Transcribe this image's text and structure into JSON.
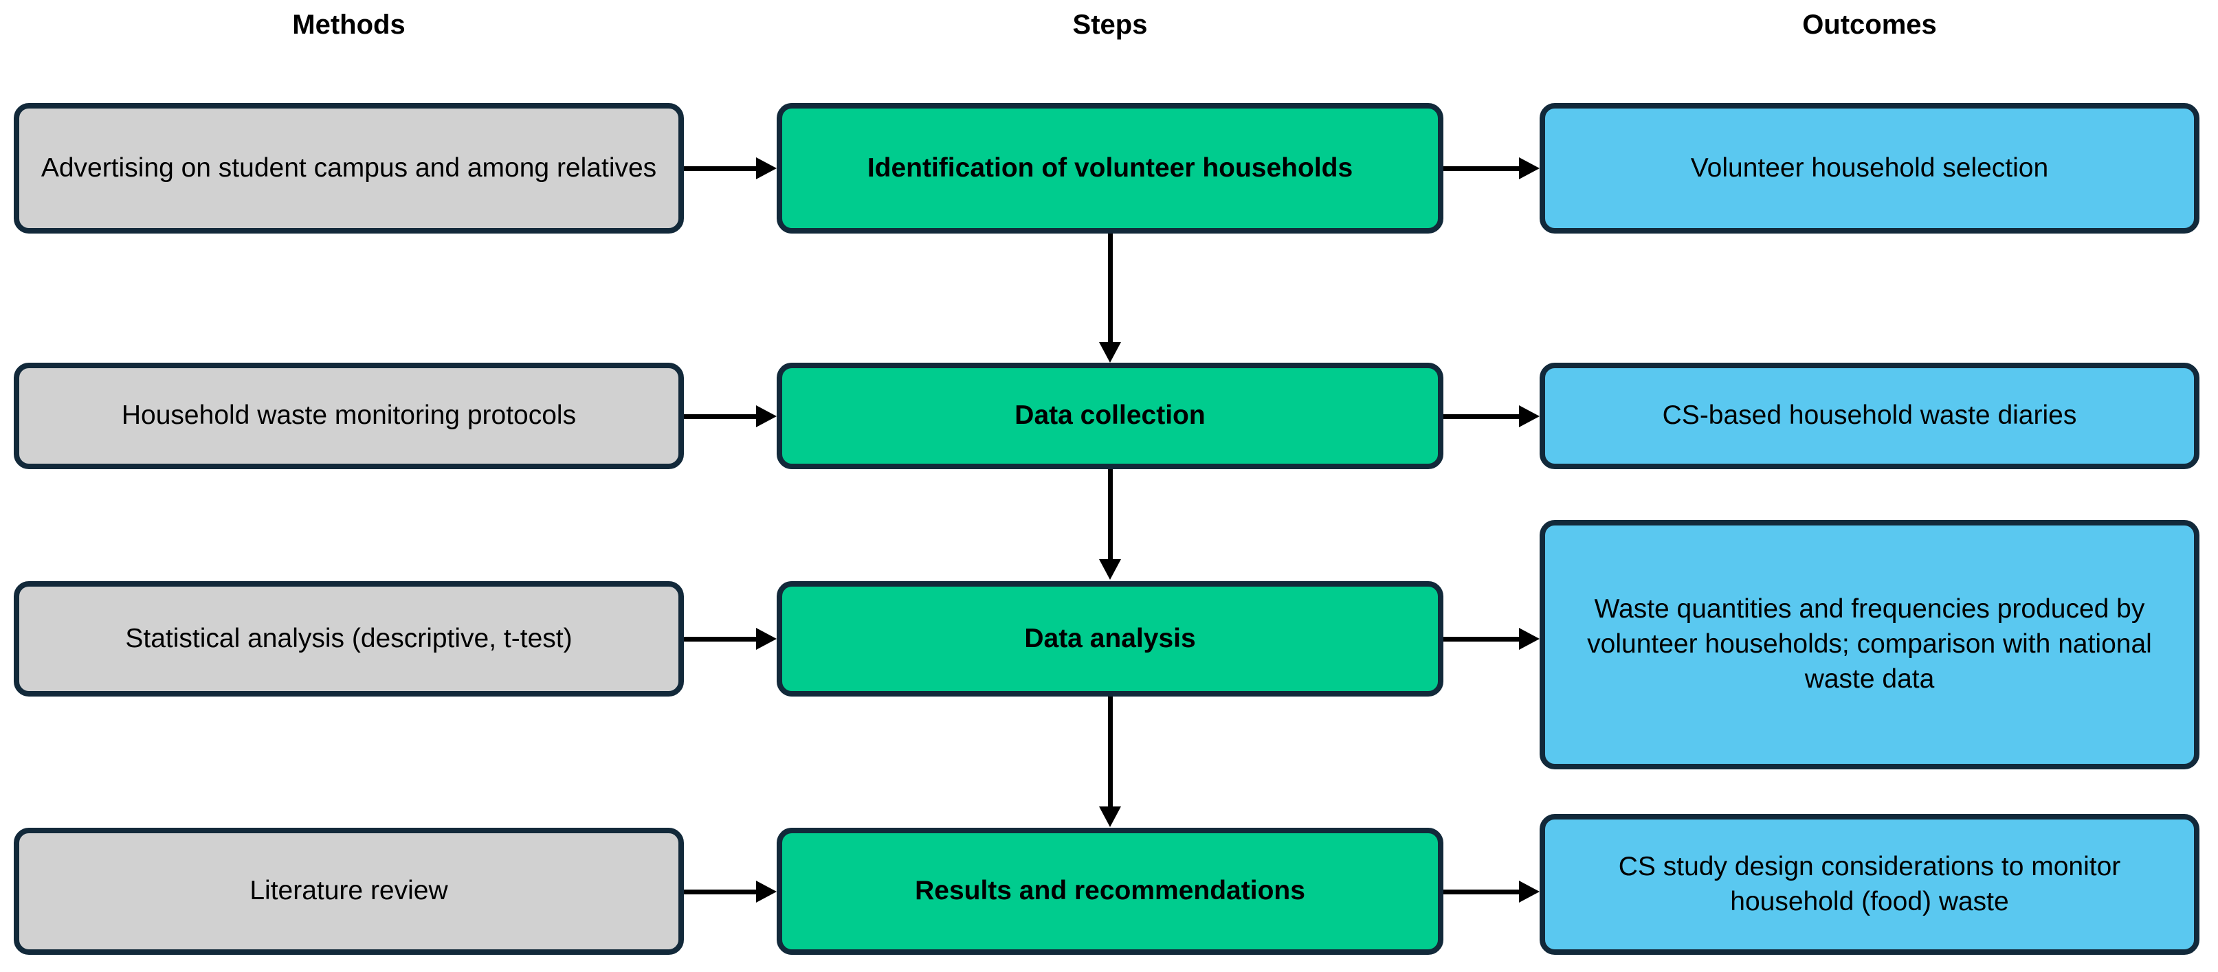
{
  "diagram": {
    "title_row": {
      "methods": "Methods",
      "steps": "Steps",
      "outcomes": "Outcomes"
    },
    "colors": {
      "method_fill": "#d1d1d1",
      "step_fill": "#00cc8e",
      "outcome_fill": "#5ac8f0",
      "border": "#12293a",
      "arrow": "#000000",
      "background": "#ffffff",
      "text": "#000000"
    },
    "columns": [
      {
        "key": "methods",
        "header": "Methods"
      },
      {
        "key": "steps",
        "header": "Steps"
      },
      {
        "key": "outcomes",
        "header": "Outcomes"
      }
    ],
    "rows": [
      {
        "method": "Advertising on student campus and among relatives",
        "step": "Identification of volunteer households",
        "outcome": "Volunteer household selection"
      },
      {
        "method": "Household waste monitoring protocols",
        "step": "Data collection",
        "outcome": "CS-based household waste diaries"
      },
      {
        "method": "Statistical analysis (descriptive, t-test)",
        "step": "Data analysis",
        "outcome": "Waste quantities and frequencies produced by volunteer households; comparison with national waste data"
      },
      {
        "method": "Literature review",
        "step": "Results and recommendations",
        "outcome": "CS study design considerations to monitor household (food) waste"
      }
    ],
    "arrows": {
      "method_to_step": "arrow-right",
      "step_to_outcome": "arrow-right",
      "step_to_step": "arrow-down"
    }
  }
}
